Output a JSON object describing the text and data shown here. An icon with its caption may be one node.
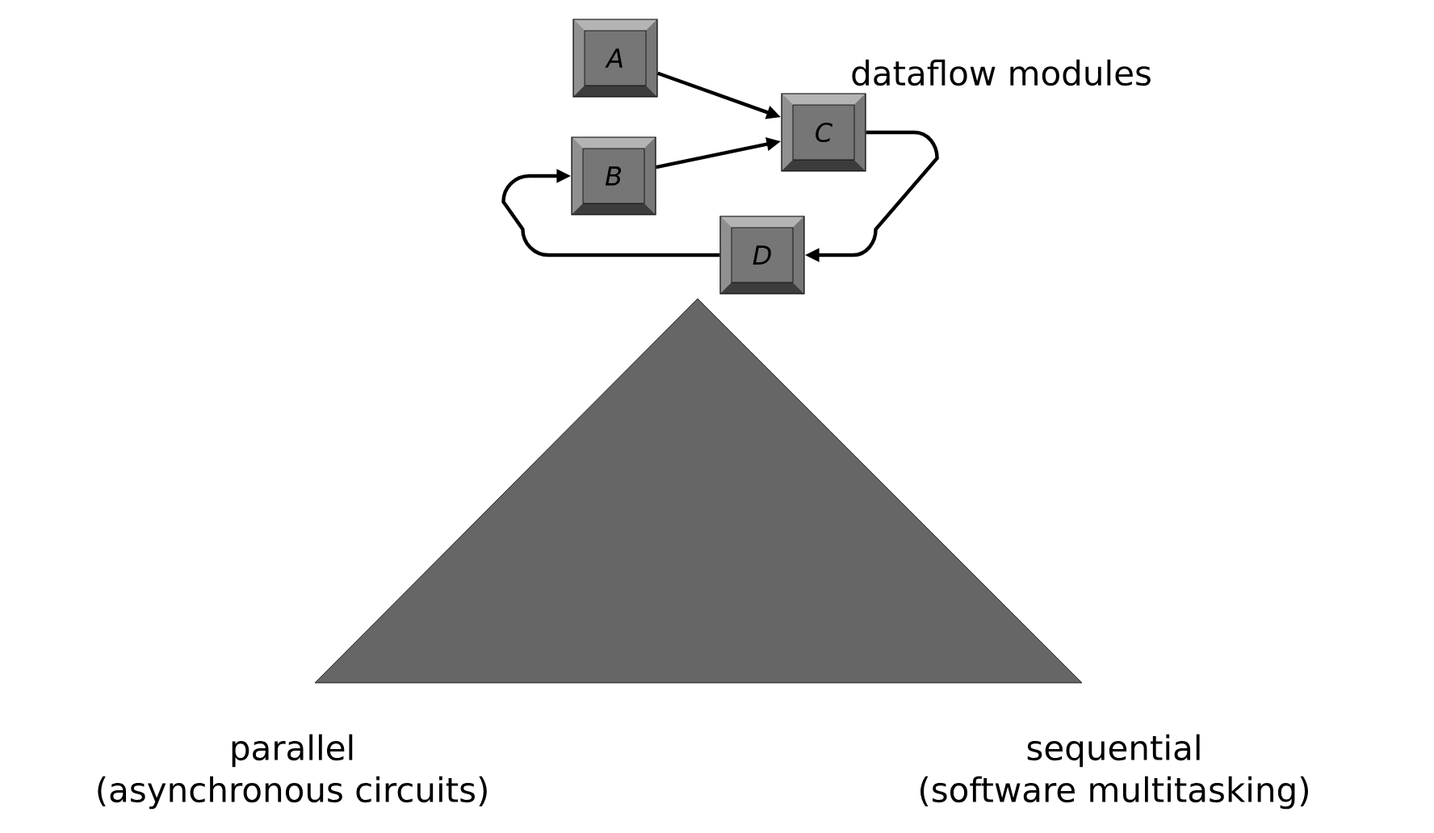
{
  "diagram": {
    "nodes": [
      {
        "text": [
          "A"
        ]
      },
      {
        "text": [
          "B"
        ]
      },
      {
        "text": [
          "C"
        ]
      },
      {
        "text": [
          "D"
        ]
      }
    ],
    "edges": [
      {
        "from": 0,
        "to": 2,
        "arrow": "to"
      },
      {
        "from": 1,
        "to": 2,
        "arrow": "to"
      },
      {
        "from": 2,
        "to": 3,
        "arrow": "to"
      },
      {
        "from": 3,
        "to": 1,
        "arrow": "to"
      }
    ],
    "labels": [
      "dataflow modules",
      "parallel",
      "(asynchronous circuits)",
      "sequential",
      "(software multitasking)"
    ]
  }
}
